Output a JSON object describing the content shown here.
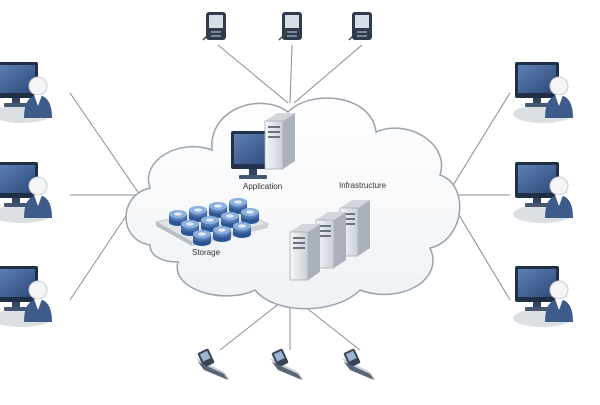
{
  "cloud": {
    "labels": {
      "application": "Application",
      "infrastructure": "Infrastructure",
      "storage": "Storage"
    }
  },
  "devices": {
    "pdas": [
      "pda",
      "pda",
      "pda"
    ],
    "desktop_users_left": [
      "desktop-user",
      "desktop-user",
      "desktop-user"
    ],
    "desktop_users_right": [
      "desktop-user",
      "desktop-user",
      "desktop-user"
    ],
    "phones": [
      "mobile-phone",
      "mobile-phone",
      "mobile-phone"
    ]
  },
  "colors": {
    "monitor_frame": "#1f2f47",
    "screen": "#4a6a9a",
    "person_head": "#ffffff",
    "person_body": "#3e5c8a",
    "cloud_fill": "#ffffff",
    "cloud_stroke": "#9aa3ad",
    "line": "#8c8c8c",
    "disk": "#3f6aa8",
    "server": "#e9ebee"
  }
}
